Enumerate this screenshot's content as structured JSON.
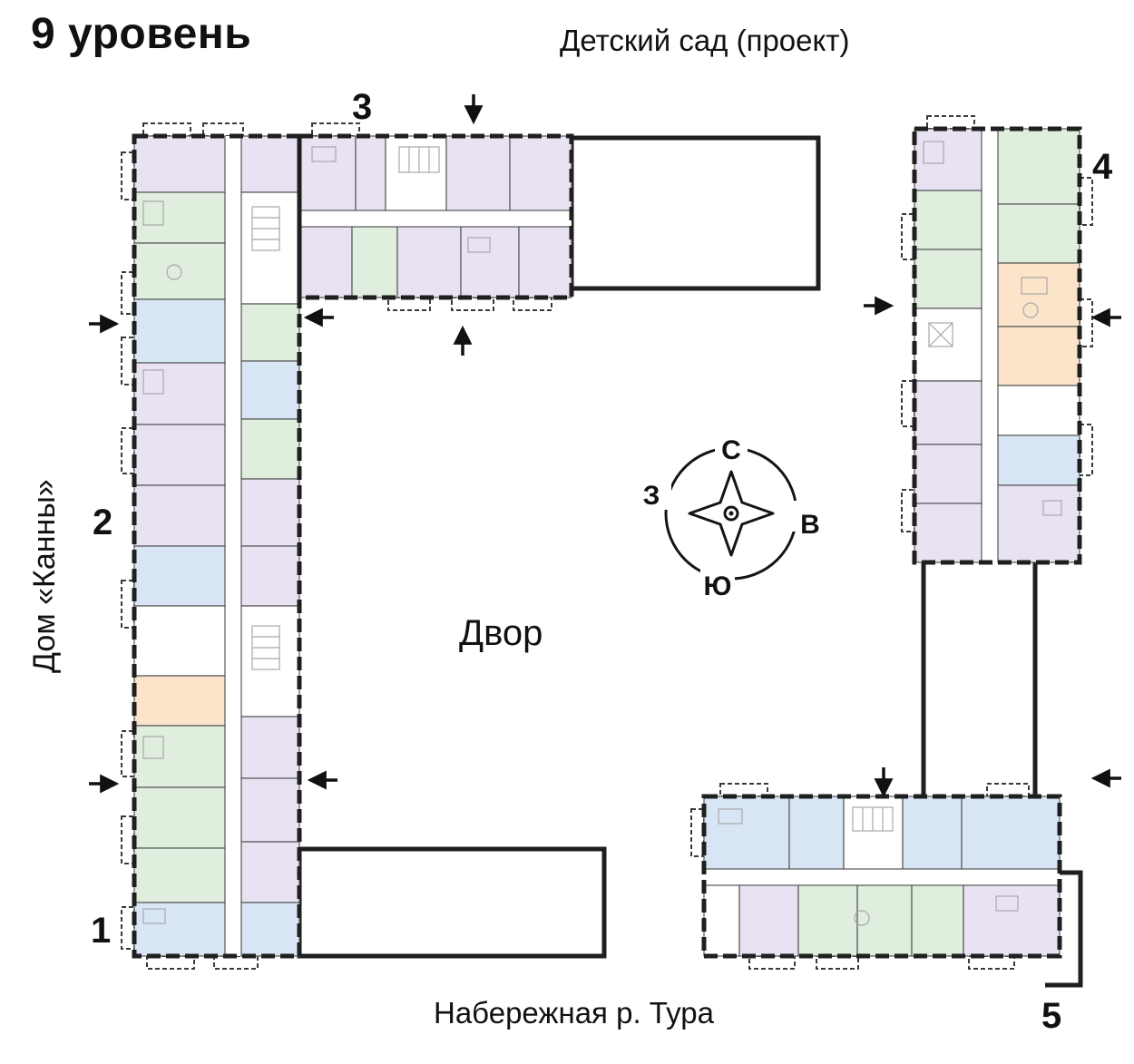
{
  "page": {
    "title": "9 уровень",
    "labels": {
      "kindergarten": "Детский сад (проект)",
      "house": "Дом «Канны»",
      "embankment": "Набережная р. Тура",
      "courtyard": "Двор"
    }
  },
  "compass": {
    "north": "С",
    "east": "В",
    "south": "Ю",
    "west": "З"
  },
  "buildings": [
    {
      "number": "1"
    },
    {
      "number": "2"
    },
    {
      "number": "3"
    },
    {
      "number": "4"
    },
    {
      "number": "5"
    }
  ],
  "colors": {
    "walls": "#1f1f1f",
    "unit_lilac": "#e9e2f3",
    "unit_green": "#dfeedd",
    "unit_blue": "#d8e5f5",
    "unit_orange": "#fbe4c9",
    "background": "#ffffff"
  }
}
